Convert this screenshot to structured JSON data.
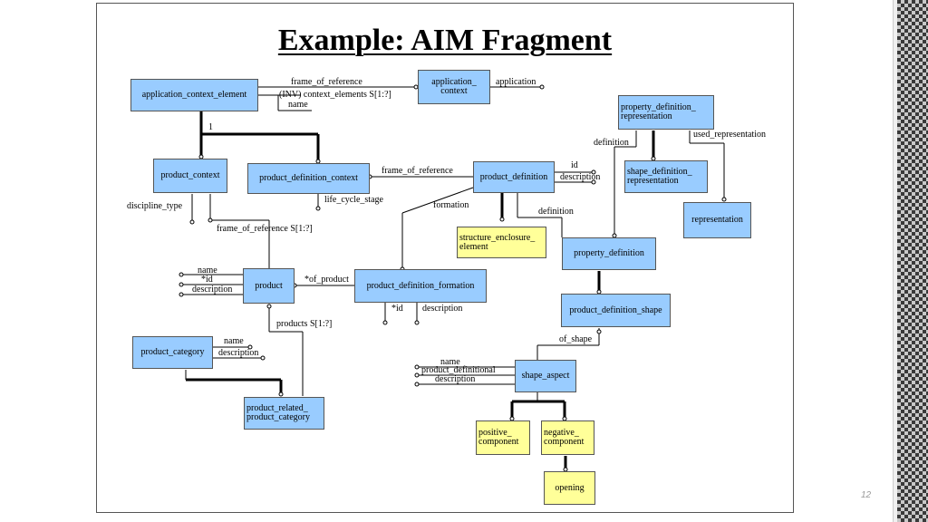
{
  "title": "Example:  AIM Fragment",
  "page_number": "12",
  "entities": {
    "application_context_element": "application_context_element",
    "application_context": "application_\ncontext",
    "property_definition_representation": "property_definition_\nrepresentation",
    "product_context": "product_context",
    "product_definition_context": "product_definition_context",
    "product_definition": "product_definition",
    "shape_definition_representation": "shape_definition_\nrepresentation",
    "representation": "representation",
    "structure_enclosure_element": "structure_enclosure_\nelement",
    "property_definition": "property_definition",
    "product": "product",
    "product_definition_formation": "product_definition_formation",
    "product_definition_shape": "product_definition_shape",
    "product_category": "product_category",
    "shape_aspect": "shape_aspect",
    "product_related_product_category": "product_related_\nproduct_category",
    "positive_component": "positive_\ncomponent",
    "negative_component": "negative_\ncomponent",
    "opening": "opening"
  },
  "labels": {
    "frame_of_reference_1": "frame_of_reference",
    "inv_context_elements": "(INV) context_elements S[1:?]",
    "name_1": "name",
    "application": "application",
    "definition_1": "definition",
    "used_representation": "used_representation",
    "one": "1",
    "frame_of_reference_2": "frame_of_reference",
    "id_1": "id",
    "description_1": "description",
    "discipline_type": "discipline_type",
    "life_cycle_stage": "life_cycle_stage",
    "formation": "formation",
    "definition_2": "definition",
    "frame_of_reference_s": "frame_of_reference  S[1:?]",
    "name_2": "name",
    "id_2": "*id",
    "description_2": "description",
    "of_product": "*of_product",
    "id_3": "*id",
    "description_3": "description",
    "products_s": "products  S[1:?]",
    "name_3": "name",
    "description_4": "description",
    "of_shape": "of_shape",
    "name_4": "name",
    "product_definitional": "product_definitional",
    "description_5": "description"
  }
}
